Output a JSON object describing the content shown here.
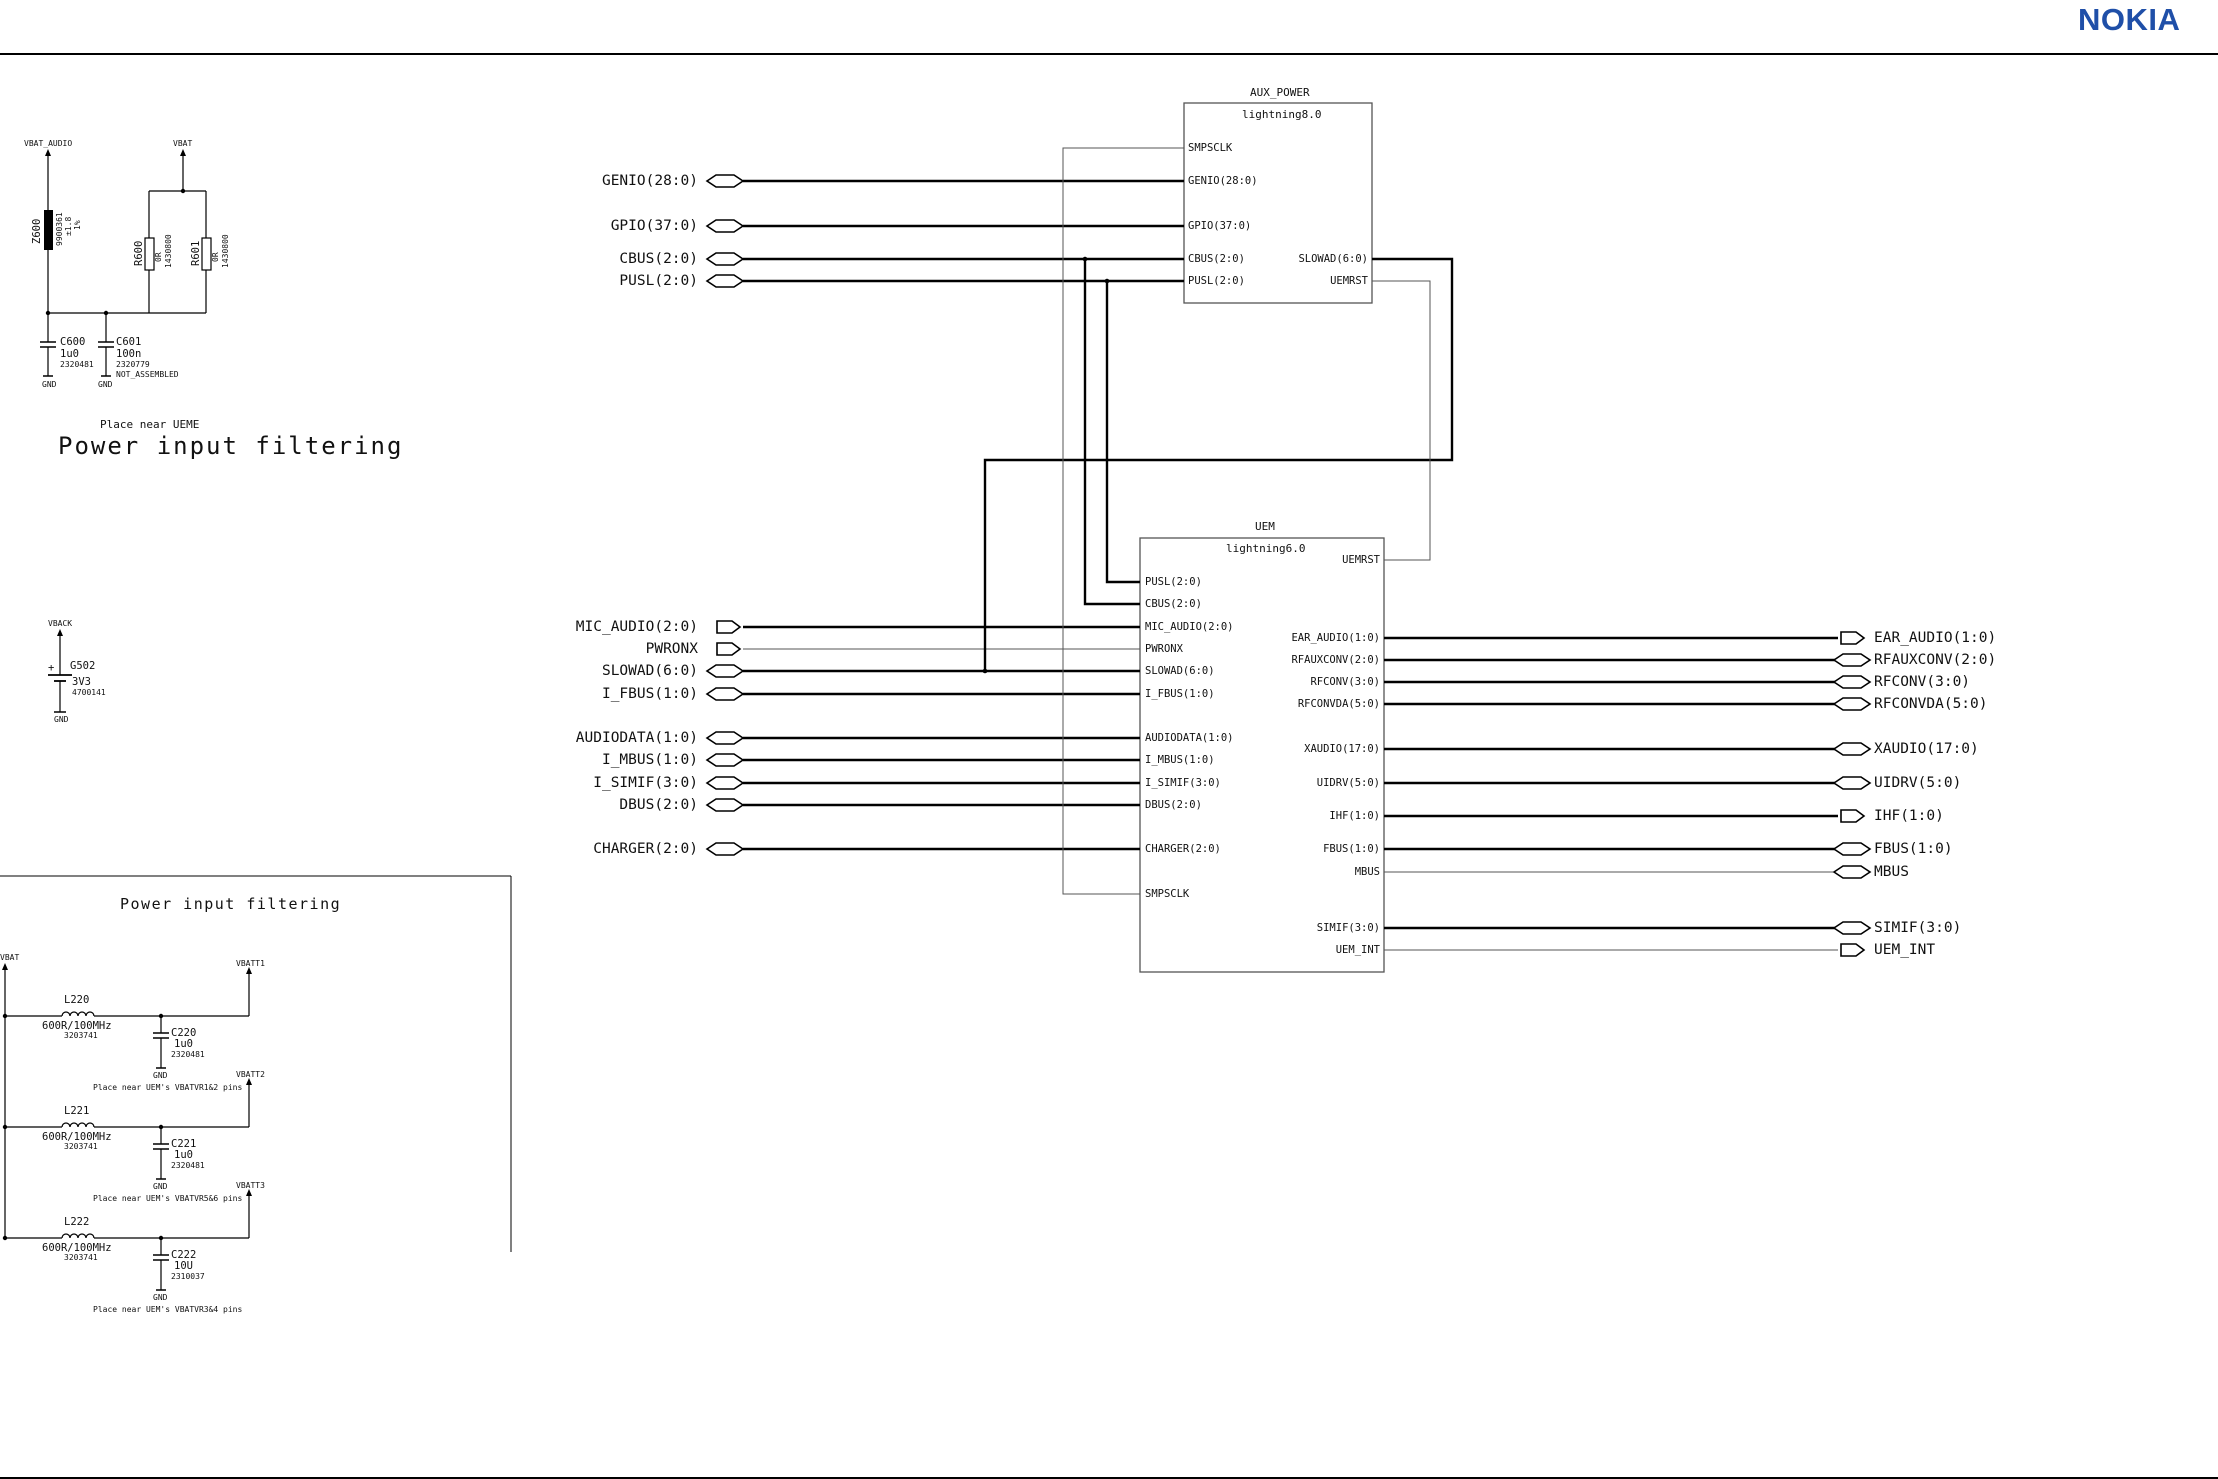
{
  "header": {
    "logo": "NOKIA",
    "logo_color": "#1f4fa8"
  },
  "aux_power": {
    "ref": "AUX_POWER",
    "subtitle": "lightning8.0",
    "pins_left": [
      "SMPSCLK",
      "GENIO(28:0)",
      "GPIO(37:0)",
      "CBUS(2:0)",
      "PUSL(2:0)"
    ],
    "pins_right": [
      "SLOWAD(6:0)",
      "UEMRST"
    ]
  },
  "uem": {
    "ref": "UEM",
    "subtitle": "lightning6.0",
    "pins_left": [
      "PUSL(2:0)",
      "CBUS(2:0)",
      "MIC_AUDIO(2:0)",
      "PWRONX",
      "SLOWAD(6:0)",
      "I_FBUS(1:0)",
      "AUDIODATA(1:0)",
      "I_MBUS(1:0)",
      "I_SIMIF(3:0)",
      "DBUS(2:0)",
      "CHARGER(2:0)",
      "SMPSCLK"
    ],
    "pins_right": [
      "UEMRST",
      "EAR_AUDIO(1:0)",
      "RFAUXCONV(2:0)",
      "RFCONV(3:0)",
      "RFCONVDA(5:0)",
      "XAUDIO(17:0)",
      "UIDRV(5:0)",
      "IHF(1:0)",
      "FBUS(1:0)",
      "MBUS",
      "SIMIF(3:0)",
      "UEM_INT"
    ]
  },
  "ports_left": [
    "GENIO(28:0)",
    "GPIO(37:0)",
    "CBUS(2:0)",
    "PUSL(2:0)",
    "MIC_AUDIO(2:0)",
    "PWRONX",
    "SLOWAD(6:0)",
    "I_FBUS(1:0)",
    "AUDIODATA(1:0)",
    "I_MBUS(1:0)",
    "I_SIMIF(3:0)",
    "DBUS(2:0)",
    "CHARGER(2:0)"
  ],
  "ports_right": [
    "EAR_AUDIO(1:0)",
    "RFAUXCONV(2:0)",
    "RFCONV(3:0)",
    "RFCONVDA(5:0)",
    "XAUDIO(17:0)",
    "UIDRV(5:0)",
    "IHF(1:0)",
    "FBUS(1:0)",
    "MBUS",
    "SIMIF(3:0)",
    "UEM_INT"
  ],
  "power_filter_top": {
    "vbat_audio": "VBAT_AUDIO",
    "vbat": "VBAT",
    "z600": "Z600",
    "z600_part": "9900361",
    "z600_val": "±1.8",
    "z600_val2": "1%",
    "r600": "R600",
    "r600_val": "0R",
    "r600_part": "1430800",
    "r601": "R601",
    "r601_val": "0R",
    "r601_part": "1430800",
    "c600": "C600",
    "c600_val": "1u0",
    "c600_part": "2320481",
    "c601": "C601",
    "c601_val": "100n",
    "c601_part": "2320779",
    "c601_note": "NOT_ASSEMBLED",
    "gnd": "GND",
    "note": "Place near UEME",
    "title": "Power input filtering"
  },
  "battery": {
    "vback": "VBACK",
    "ref": "G502",
    "val": "3V3",
    "part": "4700141",
    "plus": "+",
    "gnd": "GND"
  },
  "power_filter_bottom": {
    "title": "Power input filtering",
    "vbat": "VBAT",
    "stages": [
      {
        "inductor": "L220",
        "ind_val": "600R/100MHz",
        "ind_part": "3203741",
        "cap": "C220",
        "cap_val": "1u0",
        "cap_part": "2320481",
        "out": "VBATT1",
        "note": "Place near UEM's VBATVR1&2 pins"
      },
      {
        "inductor": "L221",
        "ind_val": "600R/100MHz",
        "ind_part": "3203741",
        "cap": "C221",
        "cap_val": "1u0",
        "cap_part": "2320481",
        "out": "VBATT2",
        "note": "Place near UEM's VBATVR5&6 pins"
      },
      {
        "inductor": "L222",
        "ind_val": "600R/100MHz",
        "ind_part": "3203741",
        "cap": "C222",
        "cap_val": "10U",
        "cap_part": "2310037",
        "out": "VBATT3",
        "note": "Place near UEM's VBATVR3&4 pins"
      }
    ],
    "gnd": "GND"
  }
}
